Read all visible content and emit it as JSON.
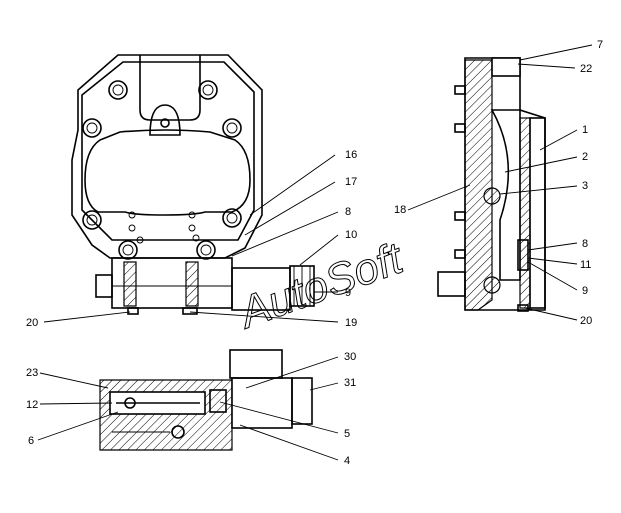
{
  "diagram": {
    "callouts": {
      "c1": "1",
      "c2": "2",
      "c3": "3",
      "c4": "4",
      "c5": "5",
      "c6": "6",
      "c7": "7",
      "c8a": "8",
      "c8b": "8",
      "c9a": "9",
      "c9b": "9",
      "c10": "10",
      "c11": "11",
      "c12": "12",
      "c16": "16",
      "c17": "17",
      "c18": "18",
      "c19": "19",
      "c20a": "20",
      "c20b": "20",
      "c22": "22",
      "c23": "23",
      "c30": "30",
      "c31": "31"
    },
    "watermark": "AutoSoft"
  }
}
